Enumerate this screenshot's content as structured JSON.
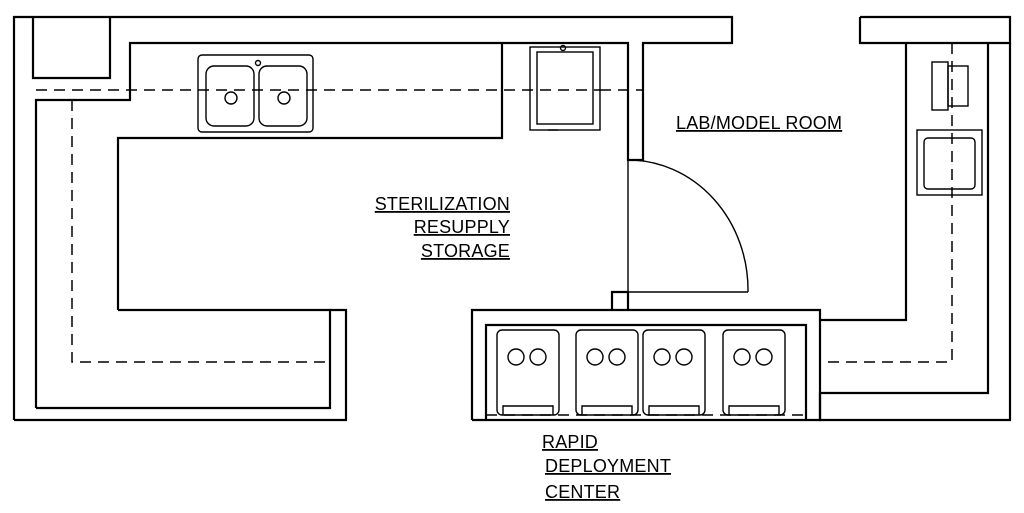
{
  "labels": {
    "lab_model_room": "LAB/MODEL ROOM",
    "sterilization_line1": "STERILIZATION",
    "sterilization_line2": "RESUPPLY",
    "sterilization_line3": "STORAGE",
    "rapid_line1": "RAPID",
    "rapid_line2": "DEPLOYMENT",
    "rapid_line3": "CENTER"
  },
  "icons": [
    "double-sink-icon",
    "equipment-cabinet-icon",
    "door-swing-icon",
    "washer-unit-icon",
    "wall-sink-icon",
    "wall-fixture-icon"
  ]
}
